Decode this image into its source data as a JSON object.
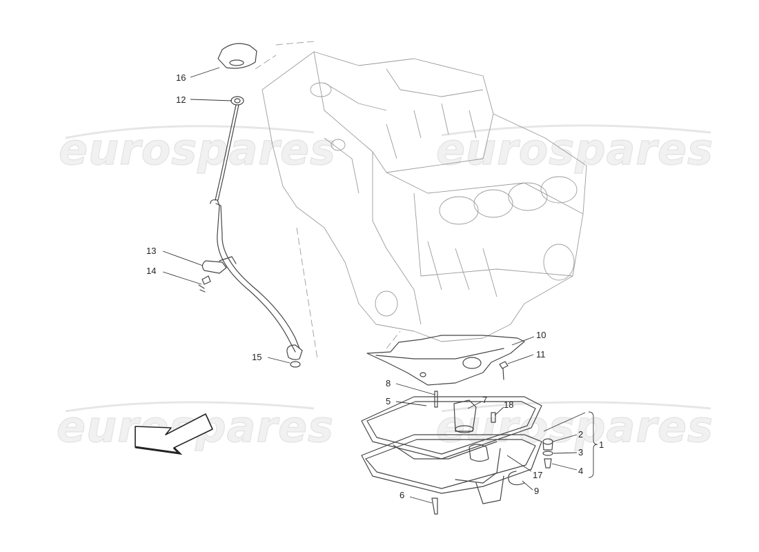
{
  "watermark": {
    "brand_text": "eurospares"
  },
  "callouts": [
    {
      "number": "16"
    },
    {
      "number": "12"
    },
    {
      "number": "13"
    },
    {
      "number": "14"
    },
    {
      "number": "15"
    },
    {
      "number": "10"
    },
    {
      "number": "11"
    },
    {
      "number": "8"
    },
    {
      "number": "7"
    },
    {
      "number": "5"
    },
    {
      "number": "18"
    },
    {
      "number": "2"
    },
    {
      "number": "3"
    },
    {
      "number": "4"
    },
    {
      "number": "1"
    },
    {
      "number": "17"
    },
    {
      "number": "9"
    },
    {
      "number": "6"
    }
  ],
  "colors": {
    "line_art": "#444444",
    "watermark_fill": "#f1f1f1",
    "arrow_fill": "#ffffff",
    "arrow_stroke": "#222222"
  }
}
